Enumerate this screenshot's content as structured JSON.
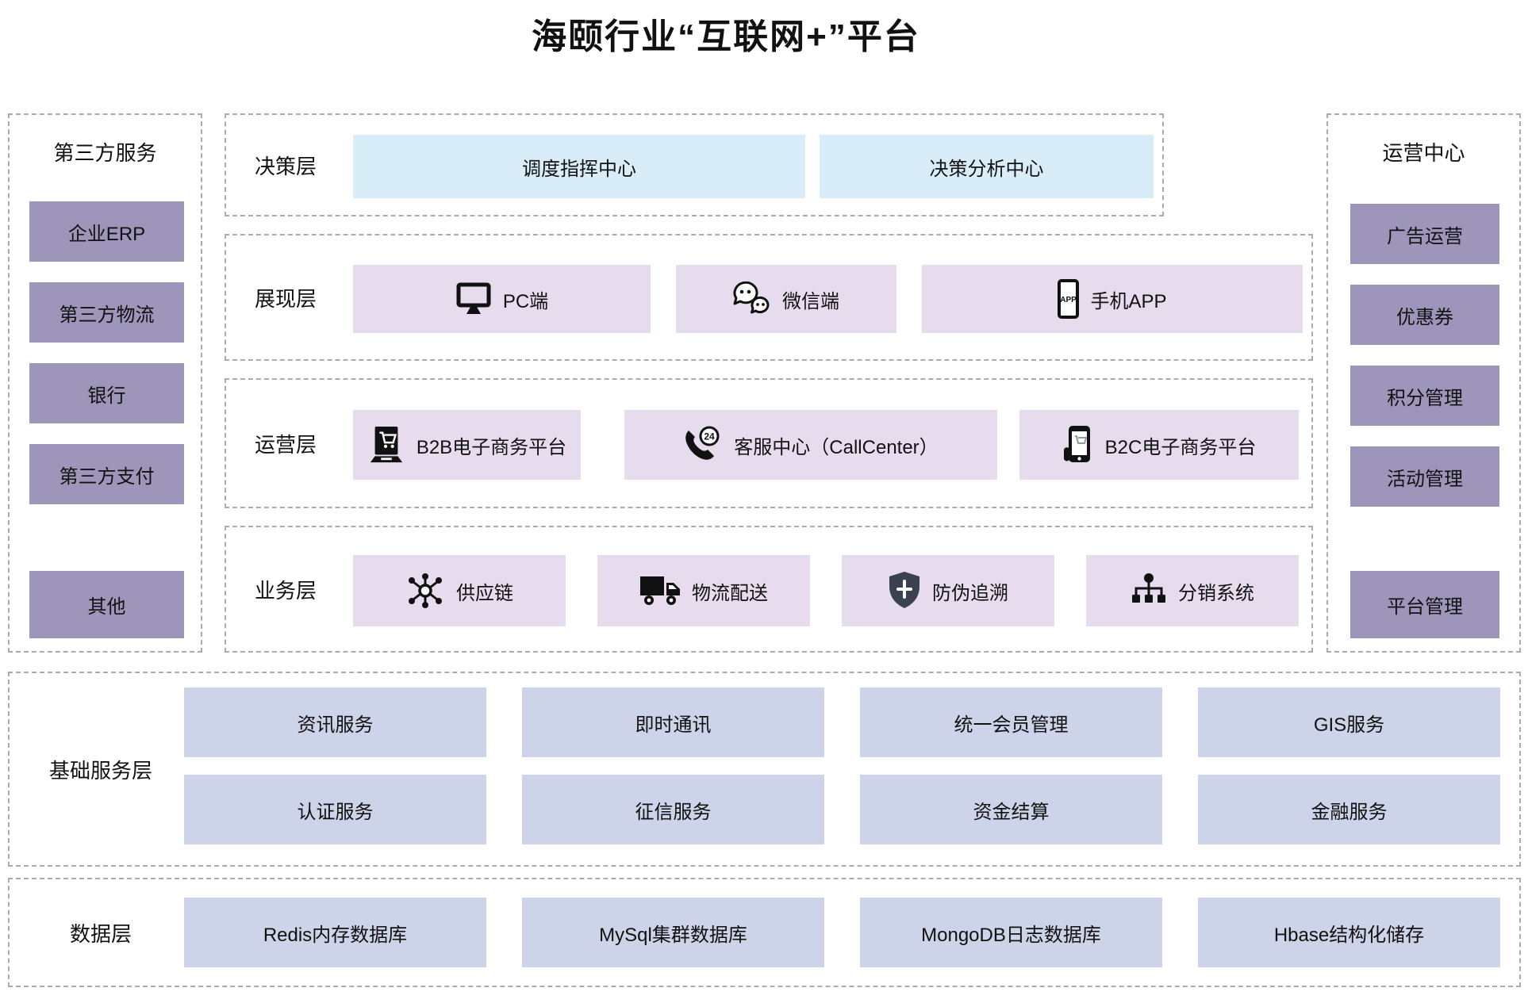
{
  "title": "海颐行业“互联网+”平台",
  "left_panel": {
    "header": "第三方服务",
    "items": [
      "企业ERP",
      "第三方物流",
      "银行",
      "第三方支付",
      "其他"
    ]
  },
  "right_panel": {
    "header": "运营中心",
    "items": [
      "广告运营",
      "优惠券",
      "积分管理",
      "活动管理",
      "平台管理"
    ]
  },
  "layers": [
    {
      "label": "决策层",
      "items": [
        {
          "text": "调度指挥中心"
        },
        {
          "text": "决策分析中心"
        }
      ]
    },
    {
      "label": "展现层",
      "items": [
        {
          "icon": "monitor-icon",
          "text": "PC端"
        },
        {
          "icon": "wechat-icon",
          "text": "微信端"
        },
        {
          "icon": "mobile-app-icon",
          "text": "手机APP"
        }
      ]
    },
    {
      "label": "运营层",
      "items": [
        {
          "icon": "laptop-cart-icon",
          "text": "B2B电子商务平台"
        },
        {
          "icon": "phone-24-icon",
          "text": "客服中心（CallCenter）"
        },
        {
          "icon": "hand-phone-icon",
          "text": "B2C电子商务平台"
        }
      ]
    },
    {
      "label": "业务层",
      "items": [
        {
          "icon": "supply-chain-icon",
          "text": "供应链"
        },
        {
          "icon": "truck-icon",
          "text": "物流配送"
        },
        {
          "icon": "shield-icon",
          "text": "防伪追溯"
        },
        {
          "icon": "distribution-icon",
          "text": "分销系统"
        }
      ]
    }
  ],
  "base_service_layer": {
    "label": "基础服务层",
    "rows": [
      [
        "资讯服务",
        "即时通讯",
        "统一会员管理",
        "GIS服务"
      ],
      [
        "认证服务",
        "征信服务",
        "资金结算",
        "金融服务"
      ]
    ]
  },
  "data_layer": {
    "label": "数据层",
    "items": [
      "Redis内存数据库",
      "MySql集群数据库",
      "MongoDB日志数据库",
      "Hbase结构化储存"
    ]
  },
  "colors": {
    "decision_box": "#d9edf8",
    "presentation_box": "#e7dbee",
    "sidebar_box": "#9d96ba",
    "service_box": "#cdd3e8",
    "dash_border": "#ababab",
    "shield_fill": "#3a4150"
  }
}
